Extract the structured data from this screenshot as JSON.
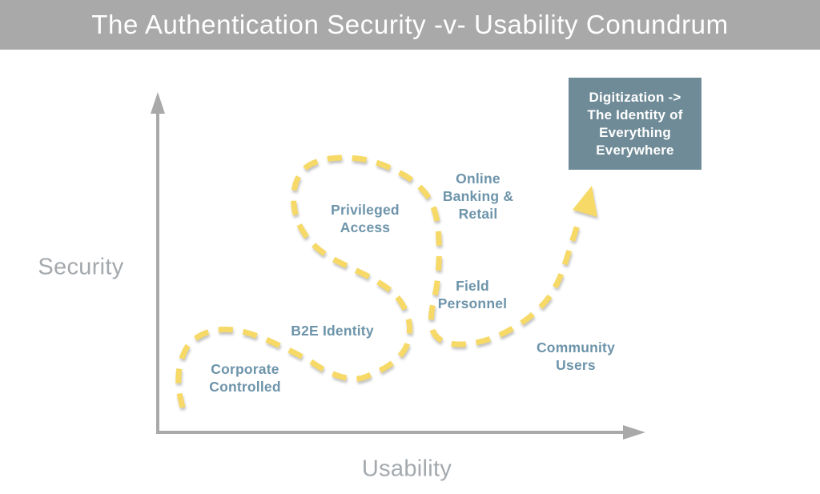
{
  "header": {
    "title": "The Authentication Security -v- Usability Conundrum"
  },
  "axes": {
    "y_label": "Security",
    "x_label": "Usability"
  },
  "milestones": [
    {
      "id": "corporate-controlled",
      "label": "Corporate\nControlled"
    },
    {
      "id": "b2e-identity",
      "label": "B2E Identity"
    },
    {
      "id": "privileged-access",
      "label": "Privileged\nAccess"
    },
    {
      "id": "online-banking-retail",
      "label": "Online\nBanking &\nRetail"
    },
    {
      "id": "field-personnel",
      "label": "Field\nPersonnel"
    },
    {
      "id": "community-users",
      "label": "Community\nUsers"
    }
  ],
  "endpoint_box": {
    "label": "Digitization ->\nThe Identity of\nEverything\nEverywhere"
  },
  "colors": {
    "header_bg": "#A9A9A9",
    "axis_gray": "#A9A9A9",
    "axis_label_gray": "#A4A9AE",
    "milestone_blue": "#6D94AA",
    "curve_yellow": "#F6D966",
    "endpoint_box_bg": "#6F8B97",
    "title_text": "#FFFFFF"
  },
  "chart_data": {
    "type": "path-diagram",
    "xlabel": "Usability",
    "ylabel": "Security",
    "description": "Winding dashed journey from low usability/low security to high usability/high security",
    "stations_in_order": [
      "Corporate Controlled",
      "B2E Identity",
      "Privileged Access",
      "Online Banking & Retail",
      "Field Personnel",
      "Community Users",
      "Digitization -> The Identity of Everything Everywhere"
    ],
    "journey_points": [
      [
        228,
        509
      ],
      [
        223,
        483
      ],
      [
        225,
        455
      ],
      [
        237,
        429
      ],
      [
        262,
        414
      ],
      [
        292,
        412
      ],
      [
        322,
        420
      ],
      [
        352,
        433
      ],
      [
        382,
        448
      ],
      [
        405,
        462
      ],
      [
        428,
        471
      ],
      [
        447,
        473
      ],
      [
        463,
        468
      ],
      [
        486,
        456
      ],
      [
        503,
        440
      ],
      [
        510,
        424
      ],
      [
        511,
        403
      ],
      [
        503,
        381
      ],
      [
        489,
        364
      ],
      [
        465,
        348
      ],
      [
        437,
        334
      ],
      [
        410,
        320
      ],
      [
        389,
        303
      ],
      [
        374,
        281
      ],
      [
        367,
        256
      ],
      [
        369,
        230
      ],
      [
        381,
        210
      ],
      [
        402,
        200
      ],
      [
        429,
        197
      ],
      [
        459,
        200
      ],
      [
        490,
        211
      ],
      [
        517,
        227
      ],
      [
        536,
        248
      ],
      [
        545,
        272
      ],
      [
        548,
        299
      ],
      [
        548,
        329
      ],
      [
        545,
        359
      ],
      [
        539,
        390
      ],
      [
        540,
        412
      ],
      [
        551,
        425
      ],
      [
        570,
        430
      ],
      [
        594,
        428
      ],
      [
        618,
        421
      ],
      [
        642,
        409
      ],
      [
        665,
        393
      ],
      [
        685,
        372
      ],
      [
        698,
        349
      ],
      [
        707,
        325
      ],
      [
        715,
        300
      ],
      [
        723,
        275
      ]
    ],
    "journey_arrow_points": "739,232 715,262 746,271",
    "y_axis_line": [
      197,
      138,
      197,
      542
    ],
    "x_axis_line": [
      195,
      540,
      783,
      540
    ],
    "y_axis_head": "197,115 188,142 206,142",
    "x_axis_head": "806,540 778,531 778,549"
  }
}
